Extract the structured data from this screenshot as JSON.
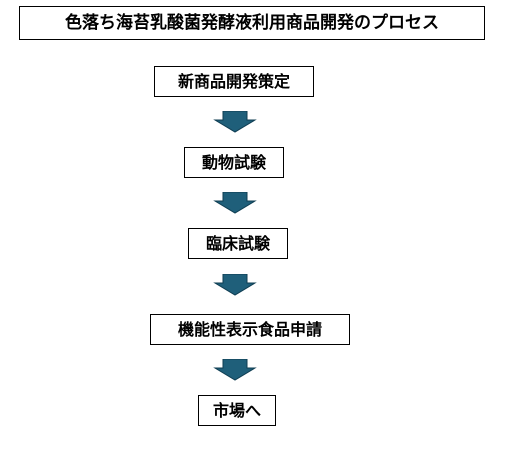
{
  "title": "色落ち海苔乳酸菌発酵液利用商品開発のプロセス",
  "steps": [
    "新商品開発策定",
    "動物試験",
    "臨床試験",
    "機能性表示食品申請",
    "市場へ"
  ],
  "colors": {
    "arrow_fill": "#1F5F7A",
    "arrow_stroke": "#0F3D52"
  }
}
